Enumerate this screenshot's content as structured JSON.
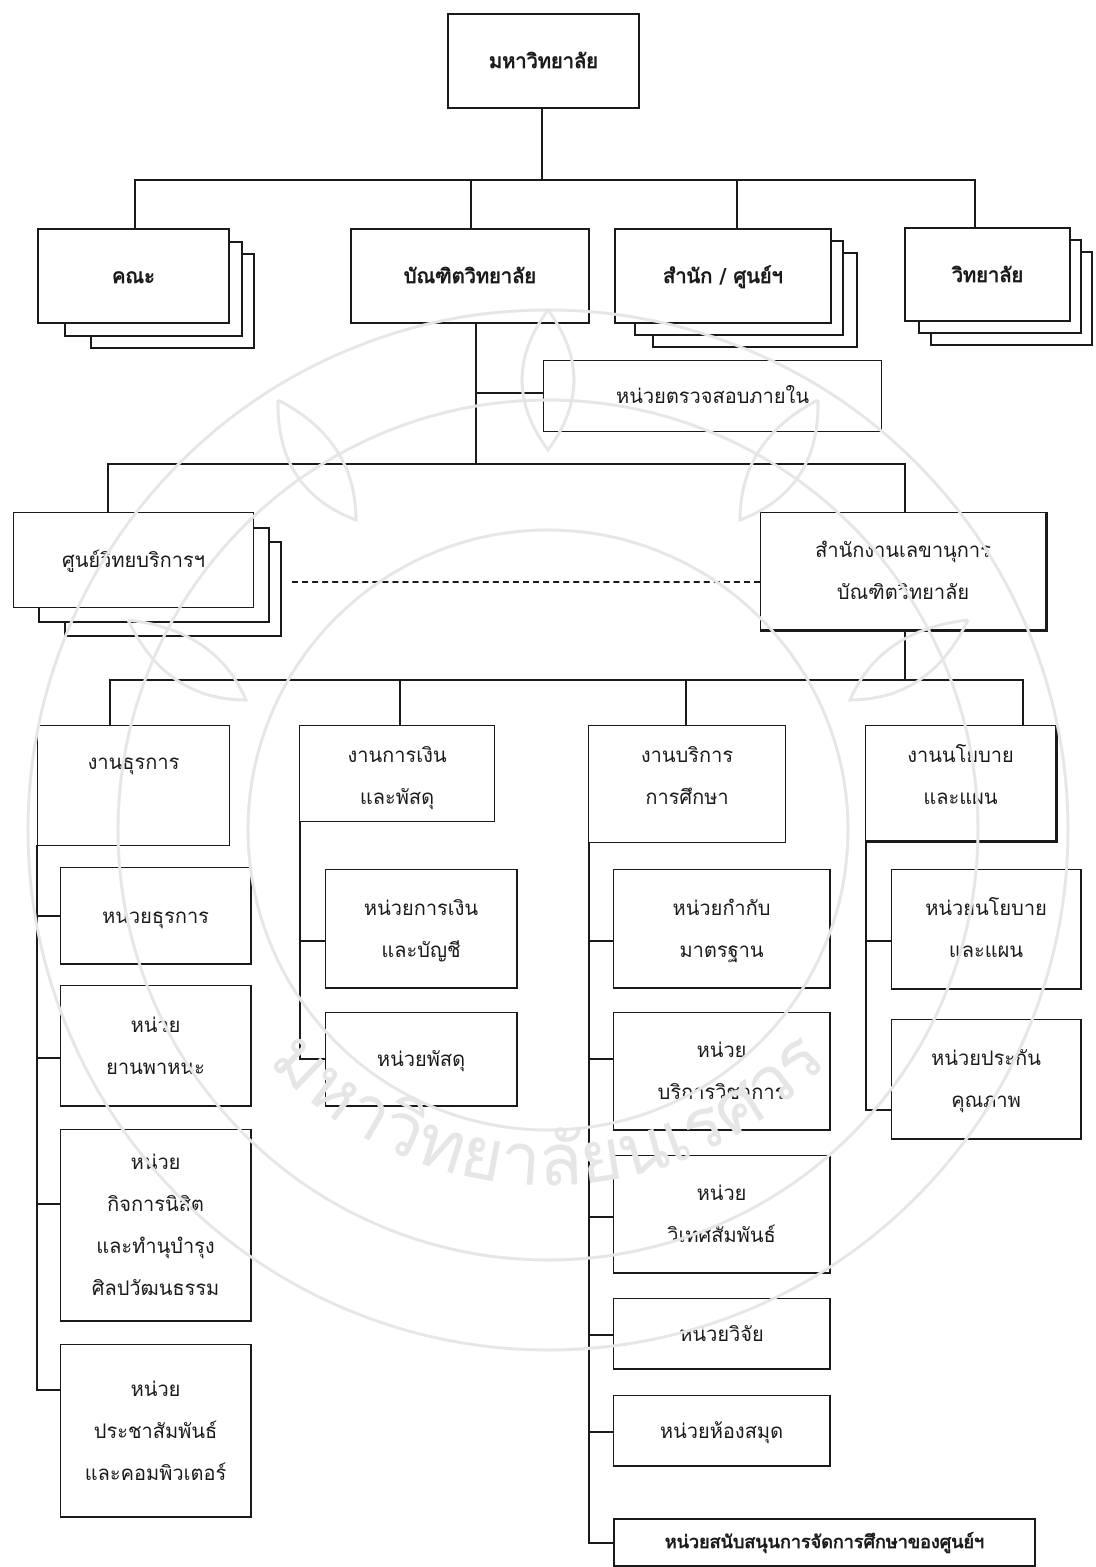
{
  "root": {
    "label": "มหาวิทยาลัย"
  },
  "level1": {
    "faculty": "คณะ",
    "graduate_school": "บัณฑิตวิทยาลัย",
    "offices_centers": "สำนัก / ศูนย์ฯ",
    "colleges": "วิทยาลัย"
  },
  "internal_audit": "หน่วยตรวจสอบภายใน",
  "academic_service_center": "ศูนย์วิทยบริการฯ",
  "secretariat": {
    "line1": "สำนักงานเลขานุการ",
    "line2": "บัณฑิตวิทยาลัย"
  },
  "divisions": {
    "general_admin": {
      "title": [
        "งานธุรการ"
      ],
      "units": [
        [
          "หน่วยธุรการ"
        ],
        [
          "หน่วย",
          "ยานพาหนะ"
        ],
        [
          "หน่วย",
          "กิจการนิสิต",
          "และทำนุบำรุง",
          "ศิลปวัฒนธรรม"
        ],
        [
          "หน่วย",
          "ประชาสัมพันธ์",
          "และคอมพิวเตอร์"
        ]
      ]
    },
    "finance": {
      "title": [
        "งานการเงิน",
        "และพัสดุ"
      ],
      "units": [
        [
          "หน่วยการเงิน",
          "และบัญชี"
        ],
        [
          "หน่วยพัสดุ"
        ]
      ]
    },
    "education_service": {
      "title": [
        "งานบริการ",
        "การศึกษา"
      ],
      "units": [
        [
          "หน่วยกำกับ",
          "มาตรฐาน"
        ],
        [
          "หน่วย",
          "บริการวิชาการ"
        ],
        [
          "หน่วย",
          "วิเทศสัมพันธ์"
        ],
        [
          "หน่วยวิจัย"
        ],
        [
          "หน่วยห้องสมุด"
        ],
        [
          "หน่วยสนับสนุนการจัดการศึกษาของศูนย์ฯ"
        ]
      ]
    },
    "policy_planning": {
      "title": [
        "งานนโยบาย",
        "และแผน"
      ],
      "units": [
        [
          "หน่วยนโยบาย",
          "และแผน"
        ],
        [
          "หน่วยประกัน",
          "คุณภาพ"
        ]
      ]
    }
  },
  "watermark": {
    "text": "มหาวิทยาลัยนเรศวร"
  },
  "colors": {
    "line": "#1a1a1a",
    "watermark": "#e6e6e6"
  }
}
